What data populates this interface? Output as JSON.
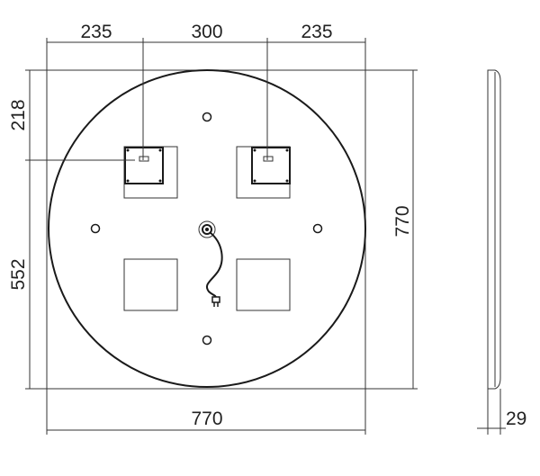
{
  "dimensions": {
    "top_left": "235",
    "top_center": "300",
    "top_right": "235",
    "left_upper": "218",
    "left_lower": "552",
    "right_height": "770",
    "bottom_width": "770",
    "side_depth": "29"
  }
}
